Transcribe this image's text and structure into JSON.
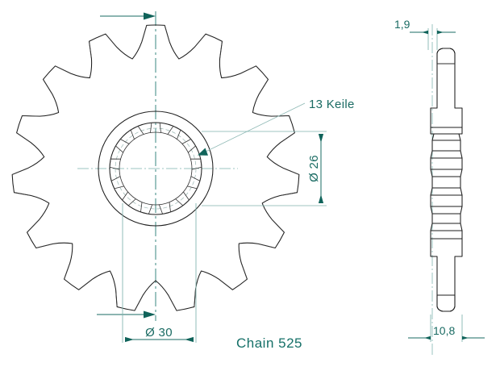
{
  "drawing": {
    "title": "Chain 525",
    "view_front": {
      "name": "front-view",
      "teeth_count": 15,
      "spline_count": 13
    },
    "view_side": {
      "name": "side-section-view"
    },
    "annotations": {
      "spline_label": "13 Keile",
      "bore_diameter": "Ø 26",
      "hub_diameter": "Ø 30",
      "web_thickness": "1,9",
      "overall_width": "10,8"
    },
    "symbols": {
      "diameter_symbol": "Ø",
      "centerline_marker": "flow-arrow",
      "section_arrow": "arrow-right"
    },
    "colors": {
      "dimension": "#1a6b63",
      "centerline": "#5b9b95",
      "extension": "#7fb3ae",
      "outline": "#1d1d1d",
      "title": "#157068",
      "background": "#ffffff"
    }
  }
}
